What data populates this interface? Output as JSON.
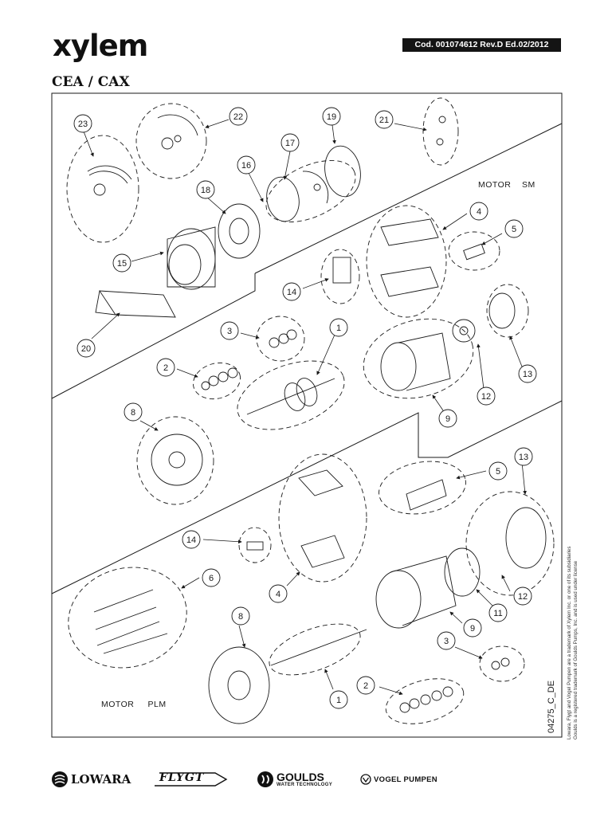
{
  "header": {
    "logo": "xylem",
    "code": "Cod. 001074612  Rev.D  Ed.02/2012",
    "title": "CEA / CAX"
  },
  "diagram": {
    "section_labels": {
      "motor_sm": "MOTOR    SM",
      "motor_plm": "MOTOR     PLM"
    },
    "drawing_ref": "04275_C_DE",
    "callouts": [
      "23",
      "22",
      "19",
      "21",
      "17",
      "16",
      "18",
      "15",
      "20",
      "4",
      "5",
      "14",
      "3",
      "1",
      "2",
      "13",
      "12",
      "9",
      "8",
      "5",
      "13",
      "14",
      "6",
      "4",
      "11",
      "12",
      "9",
      "8",
      "3",
      "1",
      "2"
    ]
  },
  "side_notes": {
    "line1": "Lowara, Flygt and Vogel Pumpen are a trademark of Xylem Inc. or one of its subsidiaries",
    "line2": "Goulds is a registered trademark of Goulds Pumps, Inc. and is used under license"
  },
  "footer": {
    "brand1": "LOWARA",
    "brand2": "FLYGT",
    "brand3_name": "GOULDS",
    "brand3_sub": "WATER TECHNOLOGY",
    "brand4": "VOGEL PUMPEN"
  }
}
